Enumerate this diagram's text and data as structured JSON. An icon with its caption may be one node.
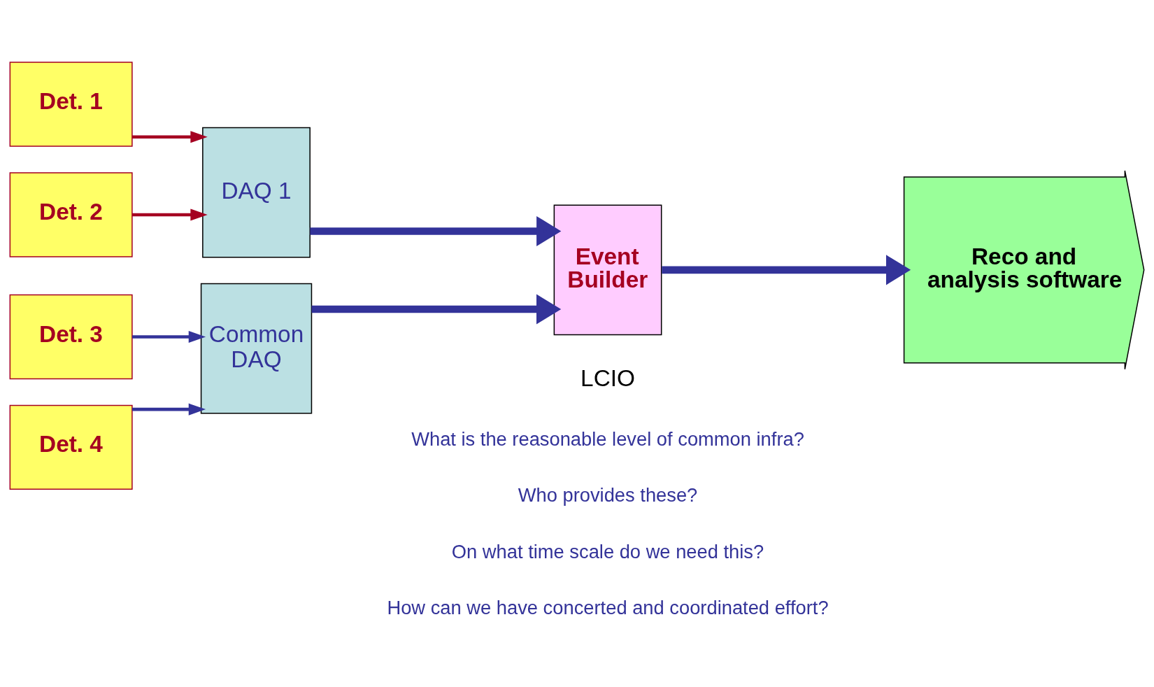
{
  "diagram": {
    "nodes": [
      {
        "text": [
          "Det. 1"
        ]
      },
      {
        "text": [
          "Det. 2"
        ]
      },
      {
        "text": [
          "Det. 3"
        ]
      },
      {
        "text": [
          "Det. 4"
        ]
      },
      {
        "text": [
          "DAQ 1"
        ]
      },
      {
        "text": [
          "Common DAQ"
        ]
      },
      {
        "text": [
          "Event Builder"
        ]
      },
      {
        "text": [
          "Reco and analysis software"
        ]
      }
    ],
    "edges": [
      {
        "from": 0,
        "to": 4,
        "arrow": "to",
        "color": "#a50021"
      },
      {
        "from": 1,
        "to": 4,
        "arrow": "to",
        "color": "#a50021"
      },
      {
        "from": 2,
        "to": 5,
        "arrow": "to"
      },
      {
        "from": 3,
        "to": 5,
        "arrow": "to"
      },
      {
        "from": 4,
        "to": 6,
        "arrow": "to",
        "style": "thick"
      },
      {
        "from": 5,
        "to": 6,
        "arrow": "to",
        "style": "thick"
      },
      {
        "from": 6,
        "to": 7,
        "arrow": "to",
        "style": "thick"
      }
    ],
    "labels": [
      "LCIO",
      "What is the reasonable level of common infra?",
      "Who provides these?",
      "On what time scale do we need this?",
      "How can we have concerted and coordinated effort?"
    ]
  }
}
